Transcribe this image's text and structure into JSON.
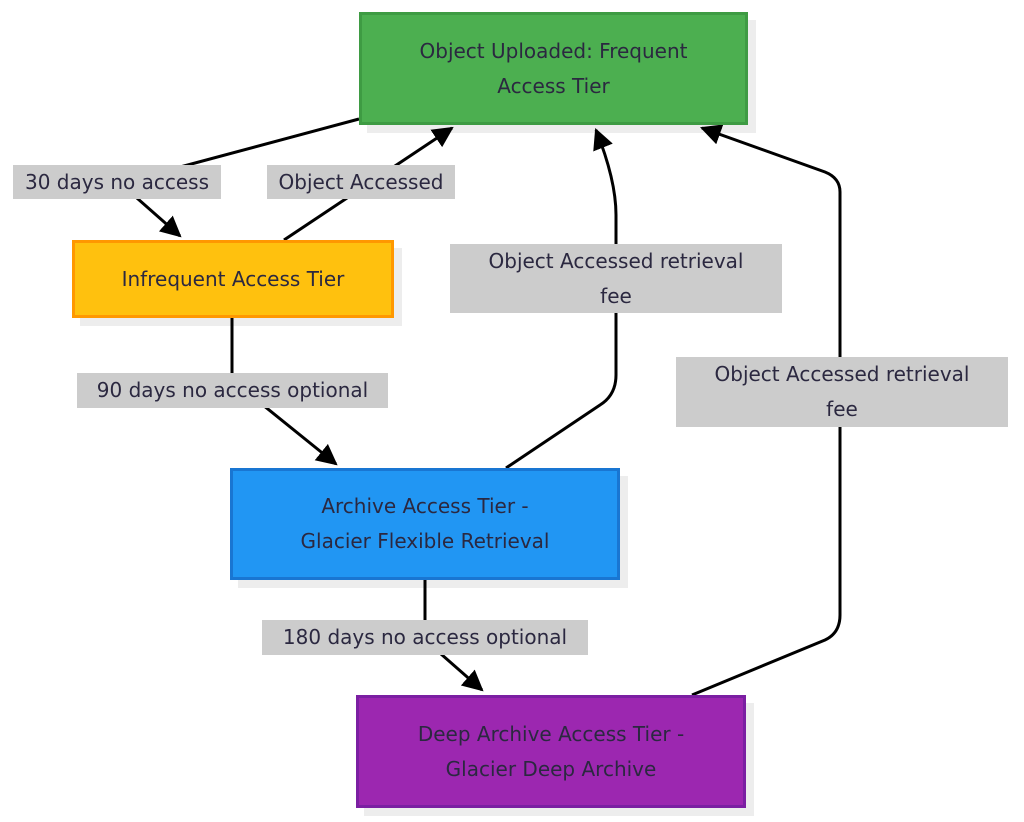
{
  "nodes": {
    "frequent": {
      "line1": "Object Uploaded: Frequent",
      "line2": "Access Tier",
      "fill": "#4CAF50",
      "border": "#3E9B43"
    },
    "infrequent": {
      "label": "Infrequent Access Tier",
      "fill": "#FFC10E",
      "border": "#FF9800"
    },
    "archive": {
      "line1": "Archive Access Tier -",
      "line2": "Glacier Flexible Retrieval",
      "fill": "#2196F3",
      "border": "#1976D2"
    },
    "deep": {
      "line1": "Deep Archive Access Tier -",
      "line2": "Glacier Deep Archive",
      "fill": "#9C27B0",
      "border": "#7B1FA2"
    }
  },
  "edges": {
    "frequent_to_infrequent": "30 days no access",
    "infrequent_to_frequent": "Object Accessed",
    "archive_to_frequent": {
      "line1": "Object Accessed retrieval",
      "line2": "fee"
    },
    "deep_to_frequent": {
      "line1": "Object Accessed retrieval",
      "line2": "fee"
    },
    "infrequent_to_archive": "90 days no access optional",
    "archive_to_deep": "180 days no access optional"
  }
}
